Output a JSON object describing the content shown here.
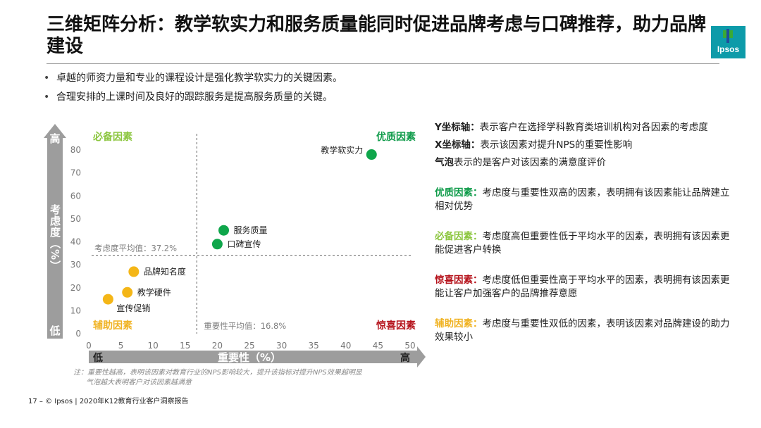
{
  "page": {
    "title": "三维矩阵分析：教学软实力和服务质量能同时促进品牌考虑与口碑推荐，助力品牌建设",
    "logo_text": "Ipsos",
    "bullets": [
      "卓越的师资力量和专业的课程设计是强化教学软实力的关键因素。",
      "合理安排的上课时间及良好的跟踪服务是提高服务质量的关键。"
    ],
    "footer": "17 –  © Ipsos | 2020年K12教育行业客户洞察报告"
  },
  "chart_data": {
    "type": "scatter",
    "xlabel": "重要性（%）",
    "ylabel": "考虑度（%）",
    "xlim": [
      0,
      50
    ],
    "ylim": [
      0,
      80
    ],
    "x_ticks": [
      0,
      5,
      10,
      15,
      20,
      25,
      30,
      35,
      40,
      45,
      50
    ],
    "y_ticks": [
      0,
      10,
      20,
      30,
      40,
      50,
      60,
      70,
      80
    ],
    "x_low_label": "低",
    "x_high_label": "高",
    "y_low_label": "低",
    "y_high_label": "高",
    "grid": false,
    "quadrants": {
      "top_left": "必备因素",
      "top_right": "优质因素",
      "bottom_left": "辅助因素",
      "bottom_right": "惊喜因素"
    },
    "reference_lines": {
      "y_avg": 37.2,
      "y_avg_label": "考虑度平均值：37.2%",
      "x_avg": 16.8,
      "x_avg_label": "重要性平均值：16.8%"
    },
    "points": [
      {
        "label": "教学软实力",
        "x": 44,
        "y": 78,
        "color": "#0fa64b"
      },
      {
        "label": "服务质量",
        "x": 21,
        "y": 45,
        "color": "#0fa64b"
      },
      {
        "label": "口碑宣传",
        "x": 20,
        "y": 39,
        "color": "#0fa64b"
      },
      {
        "label": "品牌知名度",
        "x": 7,
        "y": 27,
        "color": "#f4b617"
      },
      {
        "label": "教学硬件",
        "x": 6,
        "y": 18,
        "color": "#f4b617"
      },
      {
        "label": "宣传促销",
        "x": 3,
        "y": 15,
        "color": "#f4b617"
      }
    ],
    "note": "注：重要性越高，表明该因素对教育行业的NPS影响较大，提升该指标对提升NPS效果越明显\n气泡越大表明客户对该因素越满意"
  },
  "notes": {
    "y_axis_key": "Y坐标轴：",
    "y_axis_text": "表示客户在选择学科教育类培训机构对各因素的考虑度",
    "x_axis_key": "X坐标轴：",
    "x_axis_text": "表示该因素对提升NPS的重要性影响",
    "bubble_key": "气泡",
    "bubble_text": "表示的是客户对该因素的满意度评价",
    "premium_key": "优质因素：",
    "premium_text": "考虑度与重要性双高的因素，表明拥有该因素能让品牌建立相对优势",
    "must_key": "必备因素：",
    "must_text": "考虑度高但重要性低于平均水平的因素，表明拥有该因素更能促进客户转换",
    "surprise_key": "惊喜因素：",
    "surprise_text": "考虑度低但重要性高于平均水平的因素，表明拥有该因素更能让客户加强客户的品牌推荐意愿",
    "aux_key": "辅助因素：",
    "aux_text": "考虑度与重要性双低的因素，表明该因素对品牌建设的助力效果较小"
  },
  "colors": {
    "green_quadrant": "#0f9b4a",
    "lime_quadrant": "#8cc63f",
    "red_quadrant": "#b5121b",
    "orange_quadrant": "#f0b323",
    "axis_gray": "#9d9d9d",
    "brand": "#0d9ba9"
  }
}
